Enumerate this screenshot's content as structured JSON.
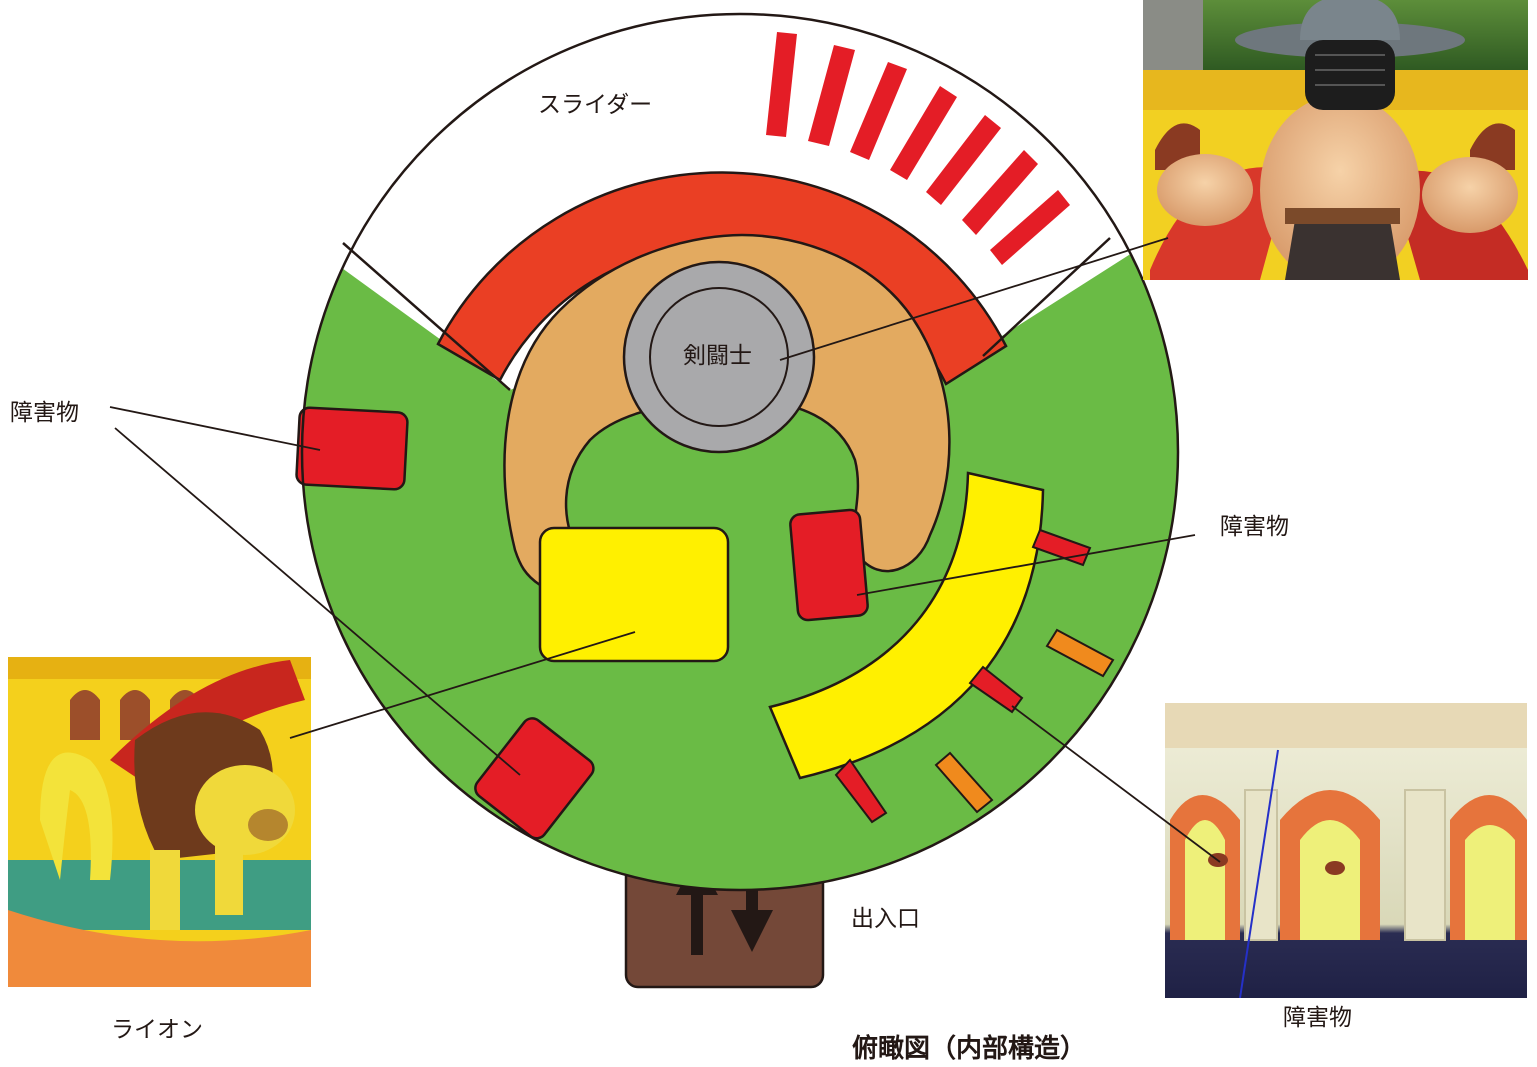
{
  "diagram": {
    "labels": {
      "slider": "スライダー",
      "gladiator": "剣闘士",
      "obstacle_left": "障害物",
      "obstacle_right": "障害物",
      "obstacle_photo": "障害物",
      "lion": "ライオン",
      "entrance": "出入口",
      "caption": "俯瞰図（内部構造）"
    },
    "colors": {
      "floor_green": "#6abb45",
      "slider_red": "#ea3f24",
      "track_tan": "#e3aa60",
      "gladiator_gray": "#a9a9ab",
      "obstacle_red": "#e41d26",
      "obstacle_yellow": "#fff000",
      "obstacle_orange": "#f08a1d",
      "entrance_brown": "#744838",
      "outline": "#231815"
    },
    "photos": {
      "gladiator": "inflatable gladiator figure wearing a wide-brimmed helmet",
      "lion": "inflatable lion figure inside the arena",
      "obstacle": "inflatable arched colonnade wall with pop-up obstacles"
    }
  }
}
